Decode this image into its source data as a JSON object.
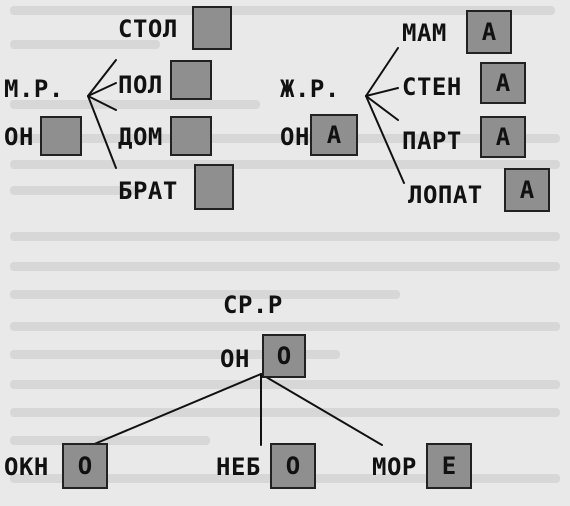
{
  "masculine": {
    "label": "М.Р.",
    "pronoun": "ОН",
    "pronoun_ending": "",
    "words": [
      {
        "stem": "СТОЛ",
        "ending": ""
      },
      {
        "stem": "ПОЛ",
        "ending": ""
      },
      {
        "stem": "ДОМ",
        "ending": ""
      },
      {
        "stem": "БРАТ",
        "ending": ""
      }
    ]
  },
  "feminine": {
    "label": "Ж.Р.",
    "pronoun": "ОН",
    "pronoun_ending": "А",
    "words": [
      {
        "stem": "МАМ",
        "ending": "А"
      },
      {
        "stem": "СТЕН",
        "ending": "А"
      },
      {
        "stem": "ПАРТ",
        "ending": "А"
      },
      {
        "stem": "ЛОПАТ",
        "ending": "А"
      }
    ]
  },
  "neuter": {
    "label": "СР.Р",
    "pronoun": "ОН",
    "pronoun_ending": "О",
    "words": [
      {
        "stem": "ОКН",
        "ending": "О"
      },
      {
        "stem": "НЕБ",
        "ending": "О"
      },
      {
        "stem": "МОР",
        "ending": "Е"
      }
    ]
  },
  "colors": {
    "box_fill": "#8f8f8f",
    "box_border": "#222222",
    "background": "#e9e9e9"
  }
}
